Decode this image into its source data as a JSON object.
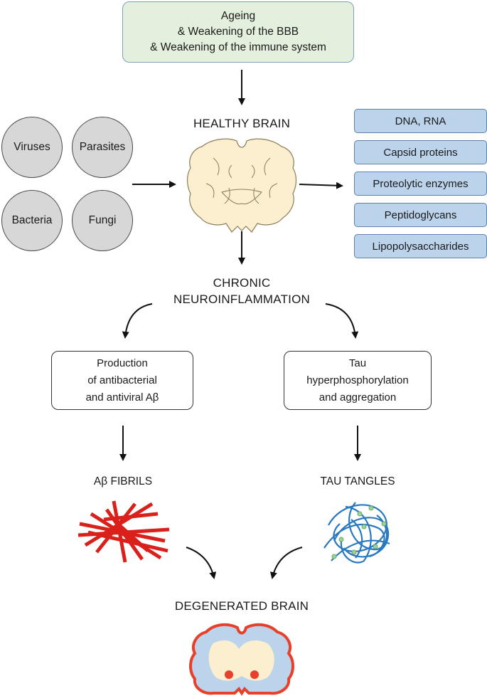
{
  "top_box": {
    "line1": "Ageing",
    "line2": "& Weakening of the BBB",
    "line3": "& Weakening of the immune system"
  },
  "healthy_brain_label": "HEALTHY BRAIN",
  "pathogens": [
    "Viruses",
    "Parasites",
    "Bacteria",
    "Fungi"
  ],
  "components": [
    "DNA, RNA",
    "Capsid proteins",
    "Proteolytic enzymes",
    "Peptidoglycans",
    "Lipopolysaccharides"
  ],
  "chronic_label": {
    "line1": "CHRONIC",
    "line2": "NEUROINFLAMMATION"
  },
  "left_box": {
    "line1": "Production",
    "line2": "of antibacterial",
    "line3": "and antiviral Aβ"
  },
  "right_box": {
    "line1": "Tau",
    "line2": "hyperphosphorylation",
    "line3": "and aggregation"
  },
  "abeta_label": "Aβ FIBRILS",
  "tau_label": "TAU TANGLES",
  "degenerated_label": "DEGENERATED BRAIN",
  "colors": {
    "top_box_fill": "#e3f0dd",
    "pathogen_fill": "#d7d7d7",
    "component_fill": "#bcd3ec",
    "brain_fill": "#fbefcf",
    "fibril_red": "#d9201a",
    "tangle_blue": "#2a78c0",
    "degenerated_red": "#e8402a",
    "degenerated_blue": "#bcd3ec"
  }
}
